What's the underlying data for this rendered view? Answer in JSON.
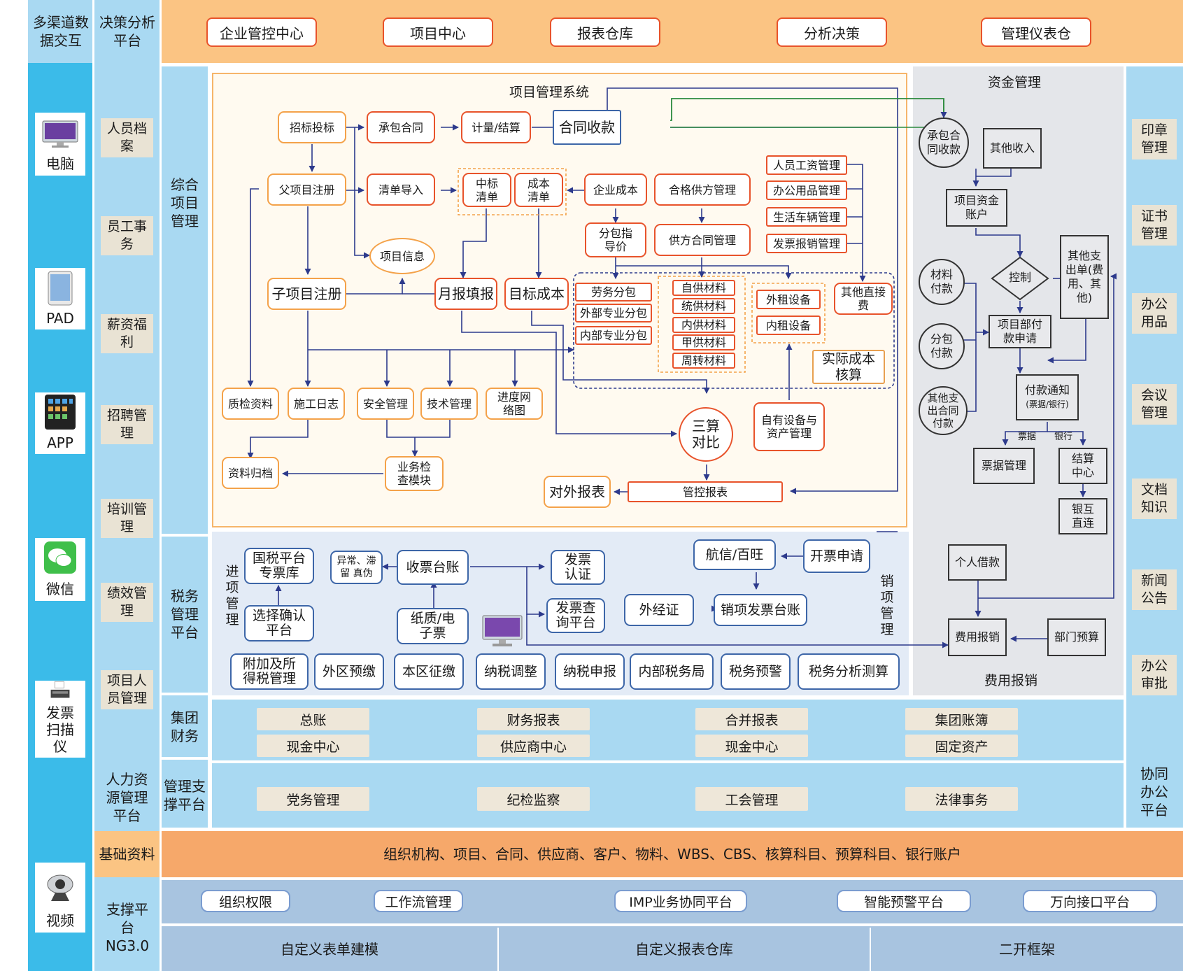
{
  "left_column": {
    "header": "多渠道数据交互",
    "devices": [
      {
        "label": "电脑",
        "icon": "desktop-computer-icon"
      },
      {
        "label": "PAD",
        "icon": "tablet-icon"
      },
      {
        "label": "APP",
        "icon": "smartphone-app-icon"
      },
      {
        "label": "微信",
        "icon": "wechat-icon"
      },
      {
        "label": "发票扫描仪",
        "icon": "scanner-icon"
      },
      {
        "label": "视频",
        "icon": "webcam-icon"
      }
    ]
  },
  "hr_column": {
    "header": "决策分析平台",
    "items": [
      "人员档案",
      "员工事务",
      "薪资福利",
      "招聘管理",
      "培训管理",
      "绩效管理",
      "项目人员管理"
    ],
    "footer": "人力资源管理平台"
  },
  "top_nav": [
    "企业管控中心",
    "项目中心",
    "报表仓库",
    "分析决策",
    "管理仪表仓"
  ],
  "section_labels": {
    "integrated": "综合项目管理",
    "tax": "税务管理平台",
    "group_finance": "集团财务",
    "mgmt_support": "管理支撑平台",
    "base_data": "基础资料",
    "support_platform": "支撑平台NG3.0"
  },
  "pms": {
    "title": "项目管理系统",
    "nodes": {
      "bidding": "招标投标",
      "contract": "承包合同",
      "measure": "计量/结算",
      "receipt": "合同收款",
      "parent_reg": "父项目注册",
      "bill_import": "清单导入",
      "bid_list": "中标清单",
      "cost_list": "成本清单",
      "ent_cost": "企业成本",
      "supplier": "合格供方管理",
      "project_info": "项目信息",
      "sub_guide": "分包指导价",
      "supplier_contract": "供方合同管理",
      "staff_wage": "人员工资管理",
      "office_supplies": "办公用品管理",
      "vehicle": "生活车辆管理",
      "invoice_reim": "发票报销管理",
      "sub_reg": "子项目注册",
      "monthly": "月报填报",
      "target_cost": "目标成本",
      "labor_sub": "劳务分包",
      "ext_sub": "外部专业分包",
      "int_sub": "内部专业分包",
      "self_mat": "自供材料",
      "unified_mat": "统供材料",
      "internal_mat": "内供材料",
      "owner_mat": "甲供材料",
      "turnover_mat": "周转材料",
      "lease_equip": "外租设备",
      "internal_equip": "内租设备",
      "other_direct": "其他直接费",
      "actual_cost": "实际成本核算",
      "qc": "质检资料",
      "construction_log": "施工日志",
      "safety": "安全管理",
      "tech": "技术管理",
      "schedule": "进度网络图",
      "three_compare": "三算对比",
      "own_equip": "自有设备与资产管理",
      "archive": "资料归档",
      "inspection": "业务检查模块",
      "ext_report": "对外报表",
      "mgmt_report": "管控报表"
    }
  },
  "fund": {
    "title": "资金管理",
    "contract_receipt": "承包合同收款",
    "other_income": "其他收入",
    "project_account": "项目资金账户",
    "control": "控制",
    "other_expense": "其他支出单(费用、其他)",
    "material_pay": "材料付款",
    "sub_pay": "分包付款",
    "other_contract_pay": "其他支出合同付款",
    "dept_pay_apply": "项目部付款申请",
    "pay_notice": "付款通知",
    "pay_notice_sub": "(票据/银行)",
    "bill_label": "票据",
    "bank_label": "银行",
    "bill_mgmt": "票据管理",
    "settlement": "结算中心",
    "bank_direct": "银互直连",
    "personal_loan": "个人借款",
    "expense_reim": "费用报销",
    "dept_budget": "部门预算",
    "footer": "费用报销"
  },
  "tax": {
    "input_label": "进项管理",
    "output_label": "销项管理",
    "national_tax": "国税平台专票库",
    "abnormal": "异常、滞留 真伪",
    "receipt_ledger": "收票台账",
    "invoice_cert": "发票认证",
    "select_confirm": "选择确认平台",
    "paper_electronic": "纸质/电子票",
    "invoice_query": "发票查询平台",
    "hangxin": "航信/百旺",
    "invoice_apply": "开票申请",
    "outbound_cert": "外经证",
    "sales_ledger": "销项发票台账",
    "bottom": [
      "附加及所得税管理",
      "外区预缴",
      "本区征缴",
      "纳税调整",
      "纳税申报",
      "内部税务局",
      "税务预警",
      "税务分析测算"
    ]
  },
  "group_finance": [
    [
      "总账",
      "现金中心"
    ],
    [
      "财务报表",
      "供应商中心"
    ],
    [
      "合并报表",
      "现金中心"
    ],
    [
      "集团账簿",
      "固定资产"
    ]
  ],
  "mgmt_support": [
    "党务管理",
    "纪检监察",
    "工会管理",
    "法律事务"
  ],
  "base_data_text": "组织机构、项目、合同、供应商、客户、物料、WBS、CBS、核算科目、预算科目、银行账户",
  "platform_top": [
    "组织权限",
    "工作流管理",
    "IMP业务协同平台",
    "智能预警平台",
    "万向接口平台"
  ],
  "platform_bottom": [
    "自定义表单建模",
    "自定义报表仓库",
    "二开框架"
  ],
  "right_column": {
    "items": [
      "印章管理",
      "证书管理",
      "办公用品",
      "会议管理",
      "文档知识",
      "新闻公告",
      "办公审批"
    ],
    "footer": "协同办公平台"
  },
  "colors": {
    "cyan": "#3bbbe9",
    "light_blue": "#a9d9f2",
    "orange": "#fbc483",
    "base_orange": "#f6a86a",
    "platform_blue": "#a8c4e0",
    "navy": "#2d3a8c",
    "orange_border": "#f4a24a",
    "red_border": "#e8532b",
    "green_line": "#2c8a3e"
  }
}
